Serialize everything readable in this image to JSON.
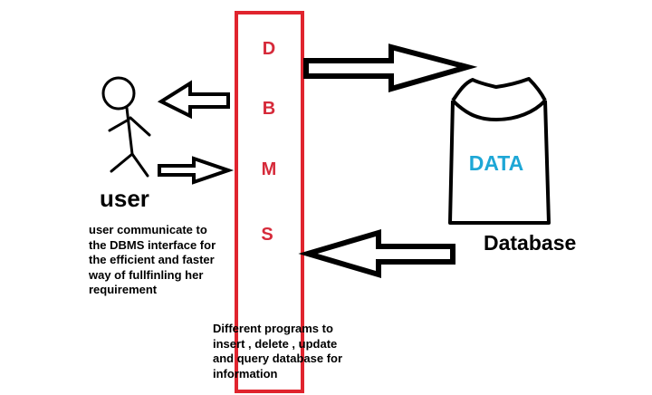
{
  "colors": {
    "dbms_border": "#e0242e",
    "dbms_text": "#d62a3a",
    "data_text": "#1ea7d6",
    "stroke": "#000000"
  },
  "dbms": {
    "letters": [
      "D",
      "B",
      "M",
      "S"
    ],
    "description": "Different programs to\ninsert , delete , update\nand query database for\ninformation"
  },
  "user": {
    "title": "user",
    "description": "user communicate to\nthe DBMS interface for\nthe efficient and faster\nway of fullfinling her\nrequirement"
  },
  "database": {
    "title": "Database",
    "data_label": "DATA"
  },
  "arrows": [
    {
      "from": "dbms",
      "to": "user",
      "direction": "left"
    },
    {
      "from": "user",
      "to": "dbms",
      "direction": "right"
    },
    {
      "from": "dbms",
      "to": "database",
      "direction": "right"
    },
    {
      "from": "database",
      "to": "dbms",
      "direction": "left"
    }
  ]
}
